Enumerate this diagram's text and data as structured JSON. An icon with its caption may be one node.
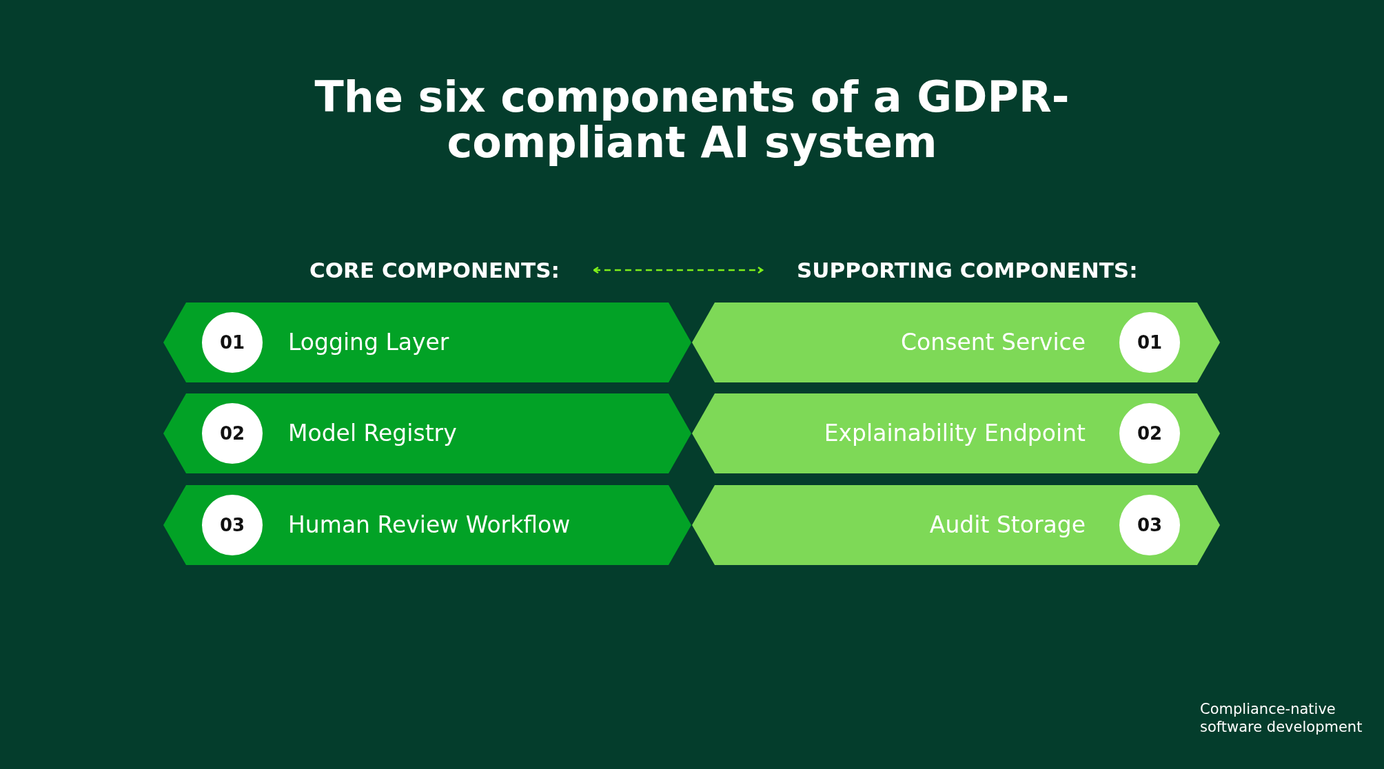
{
  "diagram": {
    "title": "**The six components** of a **GDPR-compliant** AI system",
    "nodes": [
      {
        "text": [
          "CORE COMPONENTS:"
        ]
      },
      {
        "text": [
          "SUPPORTING COMPONENTS:"
        ]
      },
      {
        "text": [
          "Logging Layer"
        ]
      },
      {
        "text": [
          "01"
        ],
        "in": 2
      },
      {
        "text": [
          "Consent Service"
        ]
      },
      {
        "text": [
          "01"
        ],
        "in": 4
      },
      {
        "text": [
          "Model Registry"
        ]
      },
      {
        "text": [
          "02"
        ],
        "in": 6
      },
      {
        "text": [
          "Explainability Endpoint"
        ]
      },
      {
        "text": [
          "02"
        ],
        "in": 8
      },
      {
        "text": [
          "Human Review Workflow"
        ]
      },
      {
        "text": [
          "03"
        ],
        "in": 10
      },
      {
        "text": [
          "Audit Storage"
        ]
      },
      {
        "text": [
          "03"
        ],
        "in": 12
      }
    ],
    "edges": [
      {
        "from": 0,
        "to": 1,
        "arrow": "both",
        "style": "dashed"
      }
    ],
    "labels": [
      "Compliance-native software development"
    ]
  }
}
